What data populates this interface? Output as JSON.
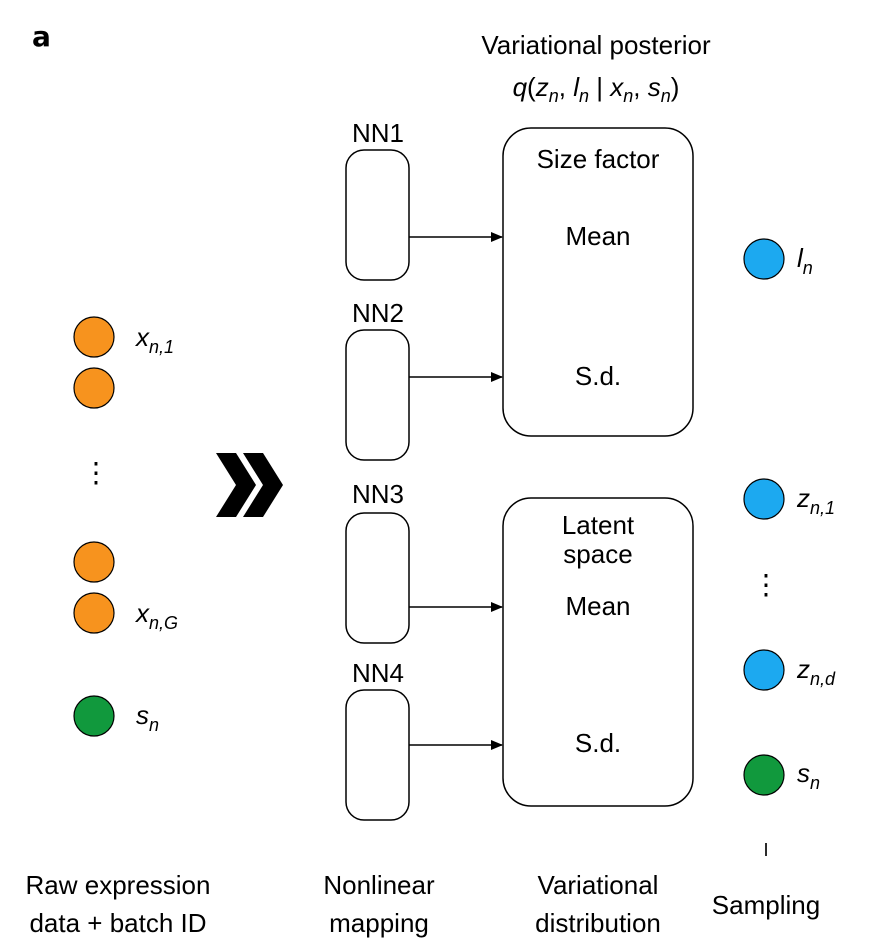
{
  "panel_letter": "a",
  "header": {
    "title_line1": "Variational posterior",
    "q": "q",
    "z": "z",
    "l": "l",
    "x": "x",
    "s": "s",
    "n": "n",
    "open_paren": "(",
    "comma": ",",
    "bar": "|",
    "close_paren": ")"
  },
  "networks": [
    "NN1",
    "NN2",
    "NN3",
    "NN4"
  ],
  "size_factor_box": {
    "title": "Size factor",
    "mean": "Mean",
    "sd": "S.d."
  },
  "latent_box": {
    "title_line1": "Latent",
    "title_line2": "space",
    "mean": "Mean",
    "sd": "S.d."
  },
  "inputs": {
    "x_first": {
      "var": "x",
      "sub": "n,1"
    },
    "x_last": {
      "var": "x",
      "sub": "n,G"
    },
    "batch": {
      "var": "s",
      "sub": "n"
    },
    "ellipsis": "⋮"
  },
  "samples": {
    "l": {
      "var": "l",
      "sub": "n"
    },
    "z_first": {
      "var": "z",
      "sub": "n,1"
    },
    "z_last": {
      "var": "z",
      "sub": "n,d"
    },
    "s": {
      "var": "s",
      "sub": "n"
    },
    "ellipsis": "⋮",
    "tick": "I"
  },
  "bottom_labels": {
    "raw_line1": "Raw expression",
    "raw_line2": "data + batch ID",
    "nonlinear_line1": "Nonlinear",
    "nonlinear_line2": "mapping",
    "variational_line1": "Variational",
    "variational_line2": "distribution",
    "sampling": "Sampling"
  },
  "colors": {
    "orange": "#F7931E",
    "blue": "#1CA9F0",
    "green": "#11993D",
    "stroke": "#000000"
  }
}
